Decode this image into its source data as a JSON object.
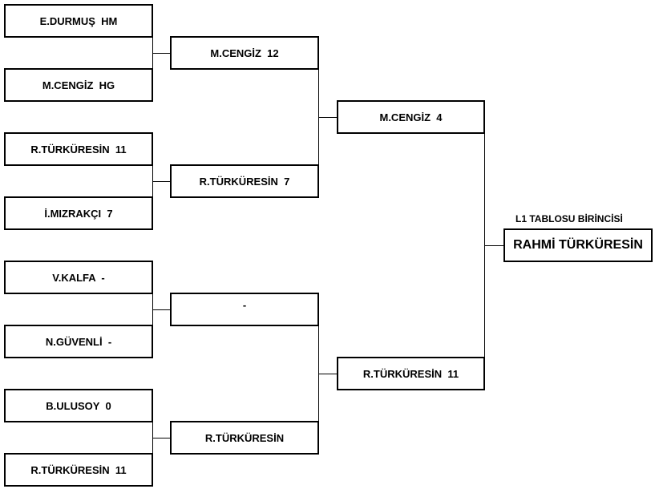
{
  "round1": [
    "E.DURMUŞ  HM",
    "M.CENGİZ  HG",
    "R.TÜRKÜRESİN  11",
    "İ.MIZRAKÇI  7",
    "V.KALFA  -",
    "N.GÜVENLİ  -",
    "B.ULUSOY  0",
    "R.TÜRKÜRESİN  11"
  ],
  "round2": [
    "M.CENGİZ  12",
    "R.TÜRKÜRESİN  7",
    "-",
    "R.TÜRKÜRESİN"
  ],
  "round3": [
    "M.CENGİZ  4",
    "R.TÜRKÜRESİN  11"
  ],
  "winner": {
    "title": "L1 TABLOSU BİRİNCİSİ",
    "name": "RAHMİ TÜRKÜRESİN"
  }
}
